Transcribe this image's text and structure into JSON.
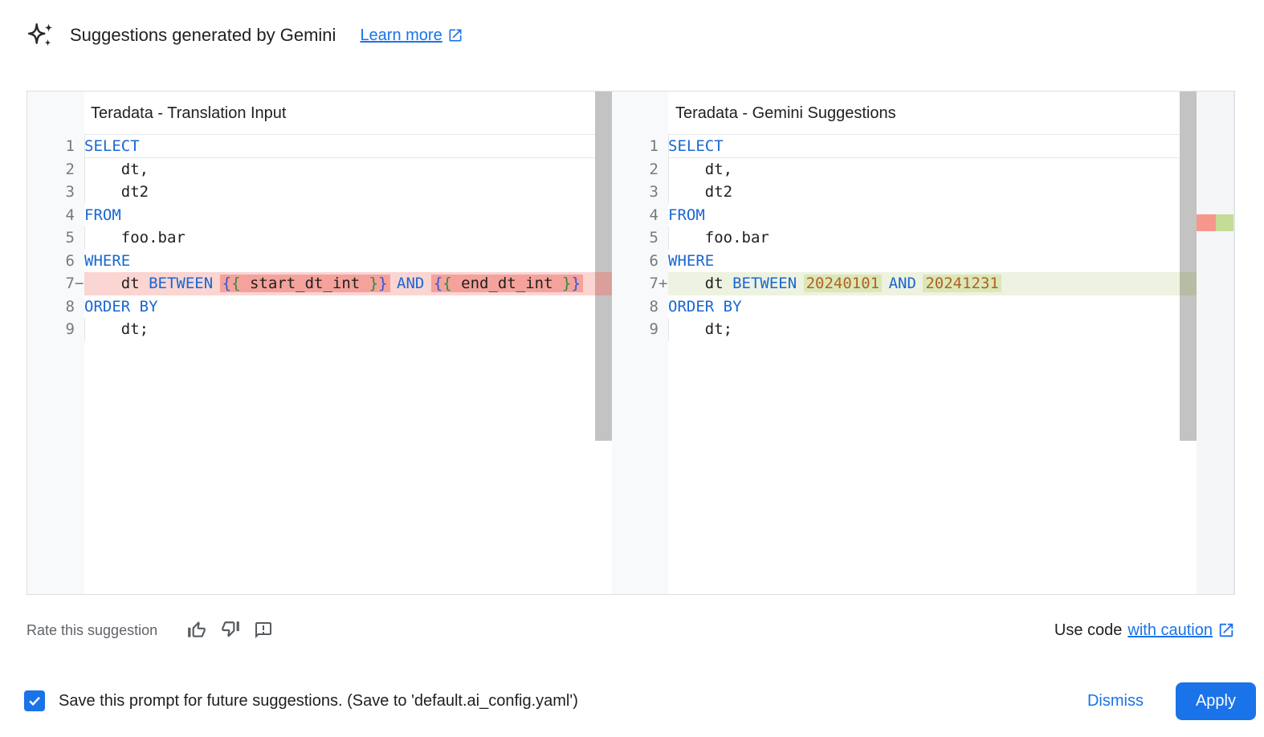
{
  "header": {
    "icon": "gemini-sparkle-icon",
    "title": "Suggestions generated by Gemini",
    "learn_more_label": "Learn more"
  },
  "diff": {
    "left": {
      "title": "Teradata - Translation Input",
      "lines": [
        {
          "num": "1",
          "boxed": true,
          "tokens": [
            {
              "t": "SELECT",
              "c": "kw"
            }
          ]
        },
        {
          "num": "2",
          "indent": true,
          "tokens": [
            {
              "t": "    dt,",
              "c": "pl"
            }
          ]
        },
        {
          "num": "3",
          "indent": true,
          "tokens": [
            {
              "t": "    dt2",
              "c": "pl"
            }
          ]
        },
        {
          "num": "4",
          "tokens": [
            {
              "t": "FROM",
              "c": "kw"
            }
          ]
        },
        {
          "num": "5",
          "indent": true,
          "tokens": [
            {
              "t": "    foo.bar",
              "c": "pl"
            }
          ]
        },
        {
          "num": "6",
          "tokens": [
            {
              "t": "WHERE",
              "c": "kw"
            }
          ]
        },
        {
          "num": "7",
          "marker": "−",
          "change": "removed",
          "tokens": [
            {
              "t": "    dt ",
              "c": "pl"
            },
            {
              "t": "BETWEEN",
              "c": "kw"
            },
            {
              "t": " ",
              "c": "pl"
            },
            {
              "t": "{",
              "c": "bb",
              "h": 1
            },
            {
              "t": "{",
              "c": "bg",
              "h": 1
            },
            {
              "t": " start_dt_int ",
              "c": "pl",
              "h": 1
            },
            {
              "t": "}",
              "c": "bg",
              "h": 1
            },
            {
              "t": "}",
              "c": "bb",
              "h": 1
            },
            {
              "t": " ",
              "c": "pl"
            },
            {
              "t": "AND",
              "c": "kw"
            },
            {
              "t": " ",
              "c": "pl"
            },
            {
              "t": "{",
              "c": "bb",
              "h": 1
            },
            {
              "t": "{",
              "c": "bg",
              "h": 1
            },
            {
              "t": " end_dt_int ",
              "c": "pl",
              "h": 1
            },
            {
              "t": "}",
              "c": "bg",
              "h": 1
            },
            {
              "t": "}",
              "c": "bb",
              "h": 1
            }
          ]
        },
        {
          "num": "8",
          "tokens": [
            {
              "t": "ORDER BY",
              "c": "kw"
            }
          ]
        },
        {
          "num": "9",
          "indent": true,
          "tokens": [
            {
              "t": "    dt;",
              "c": "pl"
            }
          ]
        }
      ]
    },
    "right": {
      "title": "Teradata - Gemini Suggestions",
      "lines": [
        {
          "num": "1",
          "boxed": true,
          "tokens": [
            {
              "t": "SELECT",
              "c": "kw"
            }
          ]
        },
        {
          "num": "2",
          "indent": true,
          "tokens": [
            {
              "t": "    dt,",
              "c": "pl"
            }
          ]
        },
        {
          "num": "3",
          "indent": true,
          "tokens": [
            {
              "t": "    dt2",
              "c": "pl"
            }
          ]
        },
        {
          "num": "4",
          "tokens": [
            {
              "t": "FROM",
              "c": "kw"
            }
          ]
        },
        {
          "num": "5",
          "indent": true,
          "tokens": [
            {
              "t": "    foo.bar",
              "c": "pl"
            }
          ]
        },
        {
          "num": "6",
          "tokens": [
            {
              "t": "WHERE",
              "c": "kw"
            }
          ]
        },
        {
          "num": "7",
          "marker": "+",
          "change": "added",
          "tokens": [
            {
              "t": "    dt ",
              "c": "pl"
            },
            {
              "t": "BETWEEN",
              "c": "kw"
            },
            {
              "t": " ",
              "c": "pl"
            },
            {
              "t": "20240101",
              "c": "nm",
              "h": 1
            },
            {
              "t": " ",
              "c": "pl"
            },
            {
              "t": "AND",
              "c": "kw"
            },
            {
              "t": " ",
              "c": "pl"
            },
            {
              "t": "20241231",
              "c": "nm",
              "h": 1
            }
          ]
        },
        {
          "num": "8",
          "tokens": [
            {
              "t": "ORDER BY",
              "c": "kw"
            }
          ]
        },
        {
          "num": "9",
          "indent": true,
          "tokens": [
            {
              "t": "    dt;",
              "c": "pl"
            }
          ]
        }
      ]
    }
  },
  "footer": {
    "rate_label": "Rate this suggestion",
    "thumb_up_icon": "thumbs-up-icon",
    "thumb_down_icon": "thumbs-down-icon",
    "feedback_icon": "feedback-icon",
    "use_code_prefix": "Use code",
    "use_code_link": "with caution"
  },
  "bottom_bar": {
    "checkbox_checked": true,
    "save_label": "Save this prompt for future suggestions. (Save to 'default.ai_config.yaml')",
    "dismiss_label": "Dismiss",
    "apply_label": "Apply"
  },
  "colors": {
    "link": "#1a73e8",
    "kw": "#1967d2",
    "num": "#b26122",
    "brace_blue": "#2f55d4",
    "brace_green": "#2e8b3f",
    "code_text": "#1f1f1f",
    "gray_text": "#5f6368",
    "gutter_bg": "#f8f9fa",
    "gutter_text": "#767a7e",
    "border": "#dcdfe3",
    "box_border": "#e4e6e8",
    "removed_line": "#fad5d2",
    "removed_token": "#f4a29b",
    "added_line": "#eef2e0",
    "added_token": "#dbe7b8",
    "scrollbar": "#c3c3c3",
    "sb_removed": "#da9f9b",
    "sb_added": "#b7bda4",
    "ruler_red": "#f7978c",
    "ruler_green": "#c4dc96"
  }
}
